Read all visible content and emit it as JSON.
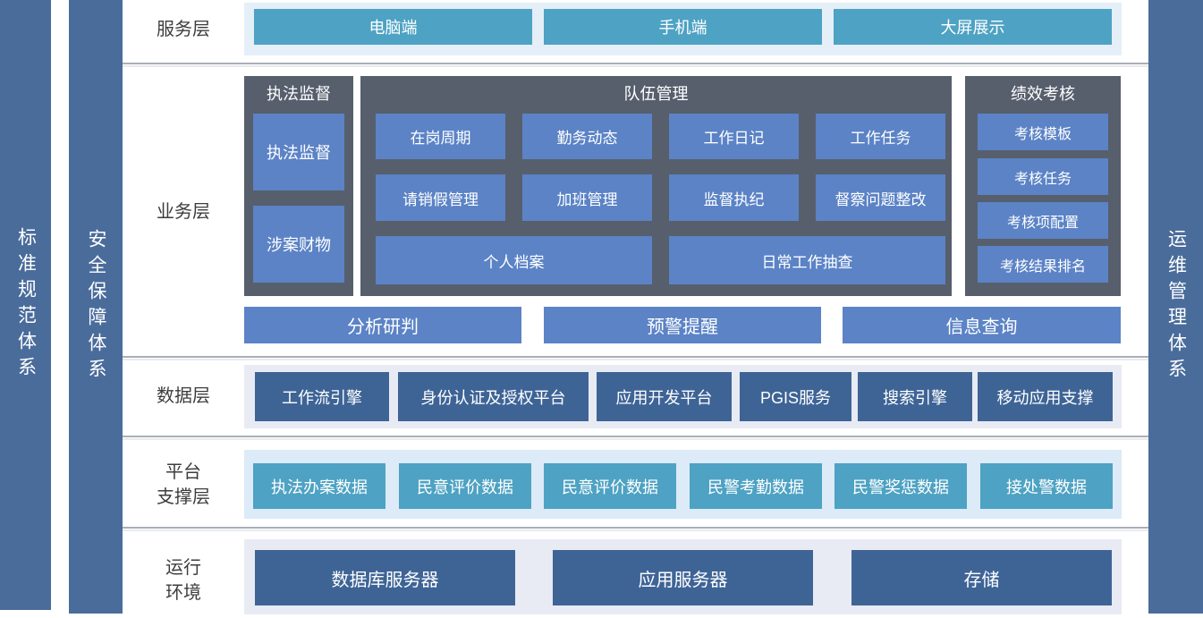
{
  "pillars": {
    "left_outer": "标准规范体系",
    "left_inner": "安全保障体系",
    "right": "运维管理体系"
  },
  "rows": {
    "service": {
      "label": "服务层",
      "buttons": [
        "电脑端",
        "手机端",
        "大屏展示"
      ]
    },
    "business": {
      "label": "业务层",
      "groups": {
        "law": {
          "title": "执法监督",
          "buttons": [
            "执法监督",
            "涉案财物"
          ]
        },
        "team": {
          "title": "队伍管理",
          "row1": [
            "在岗周期",
            "勤务动态",
            "工作日记",
            "工作任务"
          ],
          "row2": [
            "请销假管理",
            "加班管理",
            "监督执纪",
            "督察问题整改"
          ],
          "row3": [
            "个人档案",
            "日常工作抽查"
          ]
        },
        "performance": {
          "title": "绩效考核",
          "buttons": [
            "考核模板",
            "考核任务",
            "考核项配置",
            "考核结果排名"
          ]
        }
      },
      "bottom_buttons": [
        "分析研判",
        "预警提醒",
        "信息查询"
      ]
    },
    "data": {
      "label": "数据层",
      "buttons": [
        "工作流引擎",
        "身份认证及授权平台",
        "应用开发平台",
        "PGIS服务",
        "搜索引擎",
        "移动应用支撑"
      ]
    },
    "platform": {
      "label_line1": "平台",
      "label_line2": "支撑层",
      "buttons": [
        "执法办案数据",
        "民意评价数据",
        "民意评价数据",
        "民警考勤数据",
        "民警奖惩数据",
        "接处警数据"
      ]
    },
    "runtime": {
      "label_line1": "运行",
      "label_line2": "环境",
      "buttons": [
        "数据库服务器",
        "应用服务器",
        "存储"
      ]
    }
  },
  "colors": {
    "pillar": "#4a6c9b",
    "group_dark": "#575f6d",
    "button_blue": "#5b83c6",
    "button_teal": "#4ea2c3",
    "button_navy": "#3e6496",
    "service_bg": "#e4eff8",
    "data_bg": "#e8ebf3",
    "platform_bg": "#dcebf7",
    "runtime_bg": "#e8ebf3"
  }
}
